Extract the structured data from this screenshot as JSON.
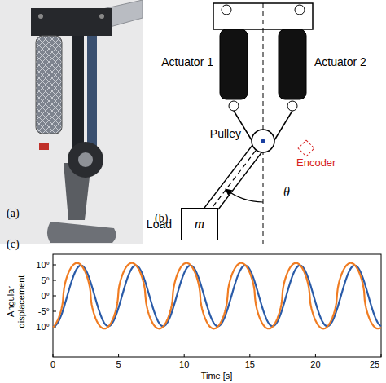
{
  "diagram": {
    "nodes": [
      {
        "text": [
          "Pulley"
        ]
      },
      {
        "text": [
          "Load",
          "m"
        ]
      }
    ],
    "edges": [
      {
        "from": 0,
        "to": 1,
        "arrow": "none"
      }
    ],
    "labels": [
      "(a)",
      "(b)",
      "Actuator 1",
      "Actuator 2",
      "Encoder",
      "θ",
      "(c)",
      "10°",
      "5°",
      "0°",
      "-5°",
      "-10°",
      "0",
      "5",
      "10",
      "15",
      "20",
      "25",
      "Time [s]",
      "Angular displacement"
    ]
  }
}
